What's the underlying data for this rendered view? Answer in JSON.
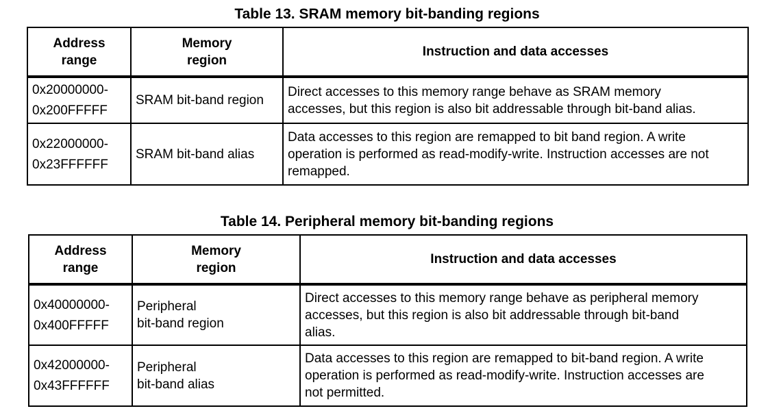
{
  "table13": {
    "caption": "Table 13. SRAM memory bit-banding regions",
    "headers": {
      "address_range": [
        "Address",
        "range"
      ],
      "memory_region": [
        "Memory",
        "region"
      ],
      "accesses": "Instruction and data accesses"
    },
    "rows": [
      {
        "range_start": "0x20000000-",
        "range_end": "0x200FFFFF",
        "region": [
          "SRAM bit-band region"
        ],
        "accesses": [
          "Direct accesses to this memory range behave as SRAM memory",
          "accesses, but this region is also bit addressable through bit-band alias."
        ]
      },
      {
        "range_start": "0x22000000-",
        "range_end": "0x23FFFFFF",
        "region": [
          "SRAM bit-band alias"
        ],
        "accesses": [
          "Data accesses to this region are remapped to bit band region. A write",
          "operation is performed as read-modify-write. Instruction accesses are not",
          "remapped."
        ]
      }
    ]
  },
  "table14": {
    "caption": "Table 14. Peripheral memory bit-banding regions",
    "headers": {
      "address_range": [
        "Address",
        "range"
      ],
      "memory_region": [
        "Memory",
        "region"
      ],
      "accesses": "Instruction and data accesses"
    },
    "rows": [
      {
        "range_start": "0x40000000-",
        "range_end": "0x400FFFFF",
        "region": [
          "Peripheral",
          "bit-band region"
        ],
        "accesses": [
          "Direct accesses to this memory range behave as peripheral memory",
          "accesses, but this region is also bit addressable through bit-band",
          "alias."
        ]
      },
      {
        "range_start": "0x42000000-",
        "range_end": "0x43FFFFFF",
        "region": [
          "Peripheral",
          "bit-band alias"
        ],
        "accesses": [
          "Data accesses to this region are remapped to bit-band region. A write",
          "operation is performed as read-modify-write. Instruction accesses are",
          "not permitted."
        ]
      }
    ]
  }
}
